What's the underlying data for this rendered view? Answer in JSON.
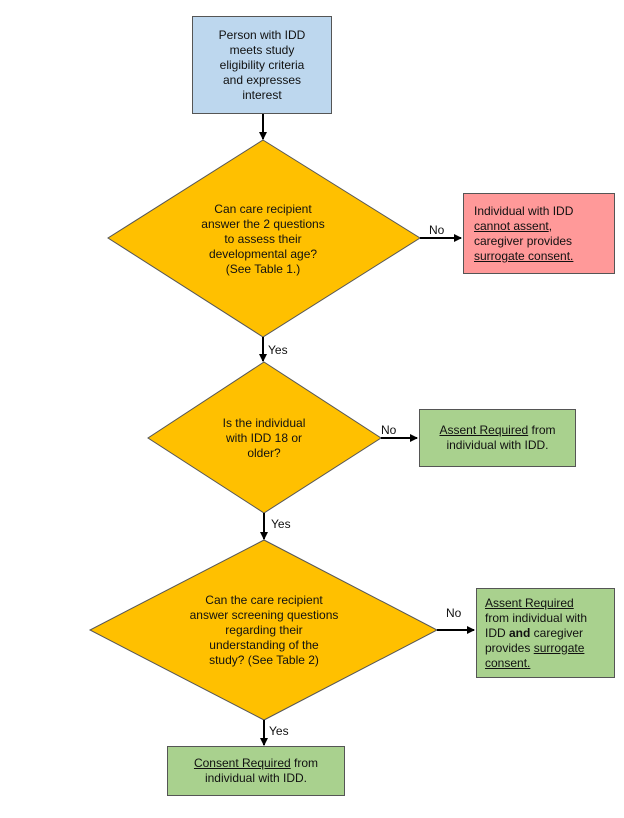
{
  "colors": {
    "start": "#bdd7ee",
    "decision": "#ffc000",
    "negative": "#ff9999",
    "positive": "#a9d18e",
    "border": "#555555",
    "arrow": "#000000"
  },
  "nodes": {
    "start": {
      "lines": [
        "Person with IDD",
        "meets study",
        "eligibility criteria",
        "and expresses",
        "interest"
      ]
    },
    "q1": {
      "lines": [
        "Can care recipient",
        "answer the 2 questions",
        "to assess their",
        "developmental age?",
        "(See Table 1.)"
      ]
    },
    "q2": {
      "lines": [
        "Is the individual",
        "with IDD 18 or",
        "older?"
      ]
    },
    "q3": {
      "lines": [
        "Can the care recipient",
        "answer screening questions",
        "regarding their",
        "understanding of the",
        "study? (See Table 2)"
      ]
    },
    "r_no_assent": {
      "l1": "Individual with IDD",
      "l2": "cannot assent",
      "l2_suffix": ",",
      "l3": "caregiver provides",
      "l4": "surrogate consent."
    },
    "r_assent": {
      "l1_u": "Assent Required",
      "l1_rest": " from",
      "l2": "individual with IDD."
    },
    "r_assent_surrogate": {
      "l1": "Assent Required",
      "l2": "from individual with",
      "l3_a": "IDD ",
      "l3_b": "and",
      "l3_c": " caregiver",
      "l4_a": "provides ",
      "l4_u": "surrogate",
      "l5": "consent."
    },
    "r_consent": {
      "l1_u": "Consent Required",
      "l1_rest": " from",
      "l2": "individual with IDD."
    }
  },
  "edges": {
    "q1_no": "No",
    "q1_yes": "Yes",
    "q2_no": "No",
    "q2_yes": "Yes",
    "q3_no": "No",
    "q3_yes": "Yes"
  }
}
